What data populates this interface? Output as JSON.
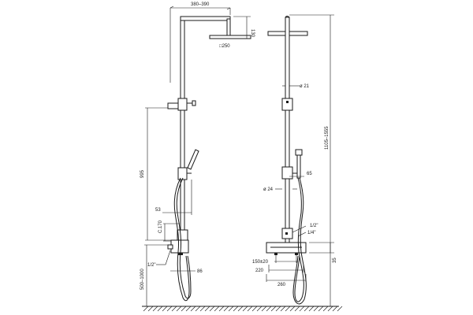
{
  "dimensions": {
    "arm_reach": "380–390",
    "head_drop": "130",
    "head_size": "□250",
    "rail_height": "995",
    "hand_shower_offset": "53",
    "inlet_spacing": "C.170",
    "inlet_thread_left": "1/2\"",
    "wall_to_outlet": "86",
    "mount_height": "500–1000",
    "pipe_diameter": "ø 21",
    "overall_height": "1105–1555",
    "hand_bracket": "65",
    "hand_handle_diameter": "ø 24",
    "thread_half": "1/2\"",
    "thread_quarter": "1/4\"",
    "mixer_centers": "150±20",
    "mixer_width_inner": "220",
    "mixer_width_outer": "260",
    "wall_clearance": "35"
  }
}
